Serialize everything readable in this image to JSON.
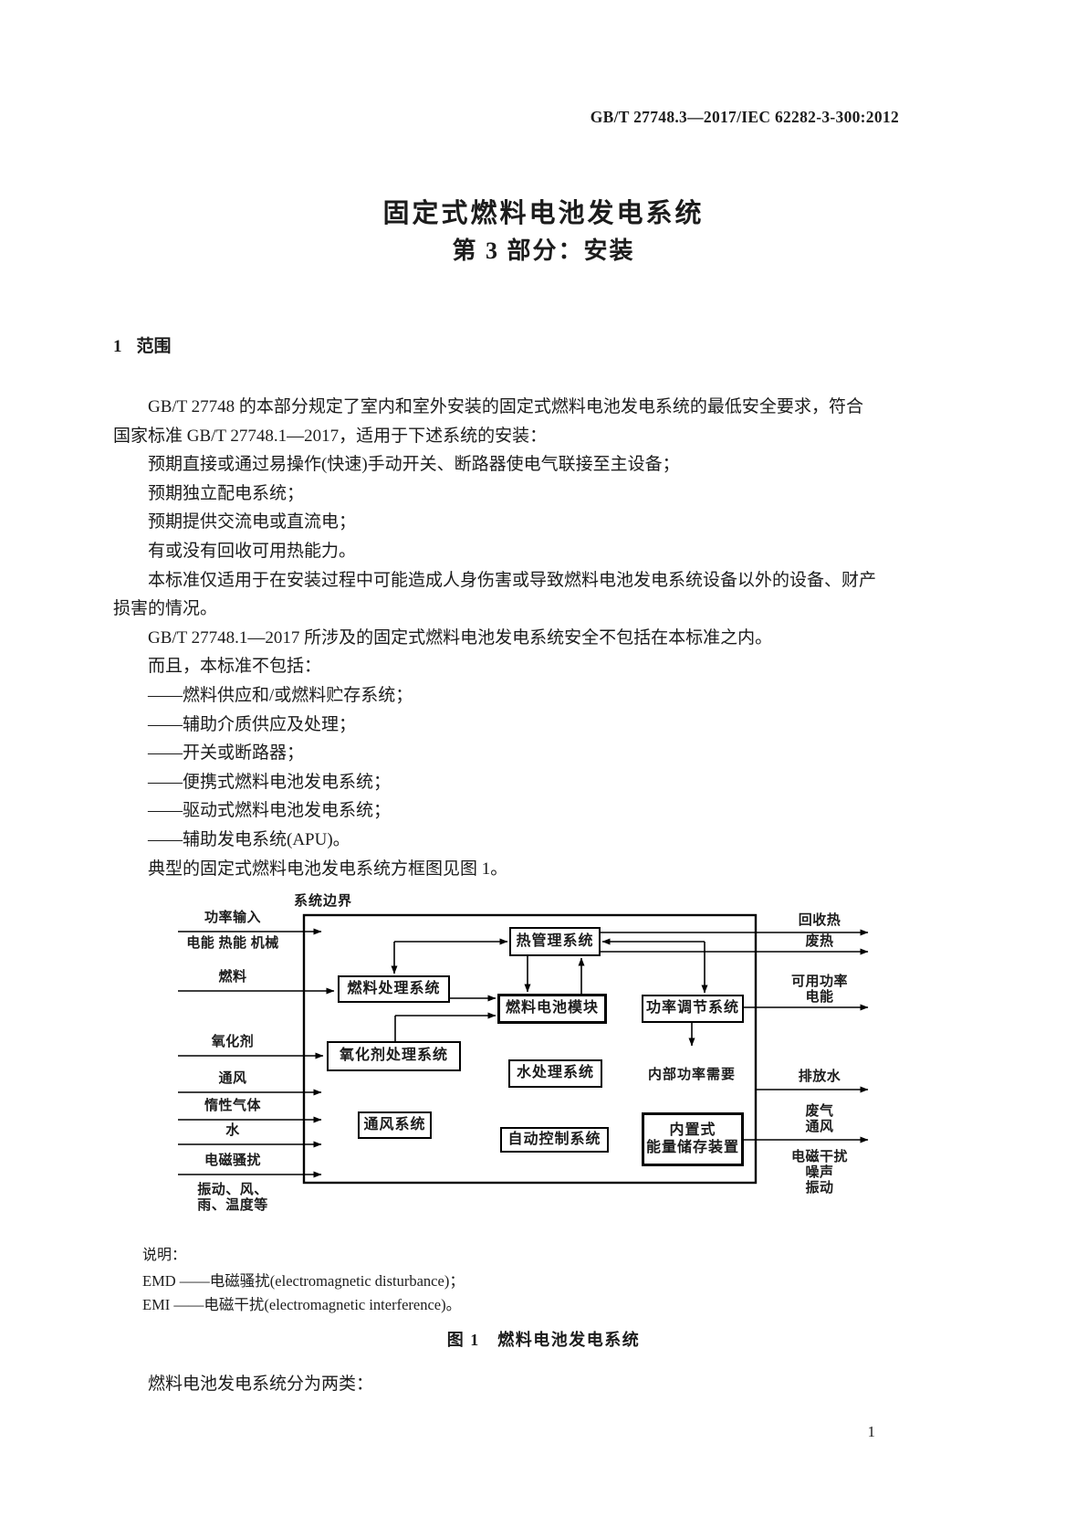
{
  "header": {
    "standard_code": "GB/T 27748.3—2017/IEC 62282-3-300:2012"
  },
  "title": {
    "line1": "固定式燃料电池发电系统",
    "line2": "第 3 部分：安装"
  },
  "section": {
    "number": "1",
    "title": "范围"
  },
  "body": {
    "lines": [
      "GB/T 27748 的本部分规定了室内和室外安装的固定式燃料电池发电系统的最低安全要求，符合",
      "国家标准 GB/T 27748.1—2017，适用于下述系统的安装：",
      "预期直接或通过易操作(快速)手动开关、断路器使电气联接至主设备；",
      "预期独立配电系统；",
      "预期提供交流电或直流电；",
      "有或没有回收可用热能力。",
      "本标准仅适用于在安装过程中可能造成人身伤害或导致燃料电池发电系统设备以外的设备、财产",
      "损害的情况。",
      "GB/T 27748.1—2017 所涉及的固定式燃料电池发电系统安全不包括在本标准之内。",
      "而且，本标准不包括：",
      "——燃料供应和/或燃料贮存系统；",
      "——辅助介质供应及处理；",
      "——开关或断路器；",
      "——便携式燃料电池发电系统；",
      "——驱动式燃料电池发电系统；",
      "——辅助发电系统(APU)。",
      "典型的固定式燃料电池发电系统方框图见图 1。"
    ]
  },
  "figure": {
    "boundary_label": "系统边界",
    "boxes": {
      "thermal": "热管理系统",
      "fuel_processing": "燃料处理系统",
      "fuel_cell_module": "燃料电池模块",
      "power_conditioning": "功率调节系统",
      "oxidant_processing": "氧化剂处理系统",
      "water_treatment": "水处理系统",
      "ventilation": "通风系统",
      "automatic_control": "自动控制系统",
      "energy_storage_line1": "内置式",
      "energy_storage_line2": "能量储存装置",
      "internal_power": "内部功率需要"
    },
    "inputs": {
      "power_input": "功率输入",
      "power_input_sub": "电能 热能 机械",
      "fuel": "燃料",
      "oxidant": "氧化剂",
      "vent": "通风",
      "inert_gas": "惰性气体",
      "water": "水",
      "emd": "电磁骚扰",
      "env_line1": "振动、风、",
      "env_line2": "雨、温度等"
    },
    "outputs": {
      "recovered_heat": "回收热",
      "waste_heat": "废热",
      "usable_power_line1": "可用功率",
      "usable_power_line2": "电能",
      "discharge_water": "排放水",
      "exhaust_line1": "废气",
      "exhaust_line2": "通风",
      "emi_line1": "电磁干扰",
      "emi_line2": "噪声",
      "emi_line3": "振动"
    },
    "legend_title": "说明：",
    "legend_items": [
      "EMD ——电磁骚扰(electromagnetic disturbance)；",
      "EMI ——电磁干扰(electromagnetic interference)。"
    ],
    "caption": "图 1　燃料电池发电系统"
  },
  "after_figure_line": "燃料电池发电系统分为两类：",
  "footer": {
    "page_number": "1"
  }
}
